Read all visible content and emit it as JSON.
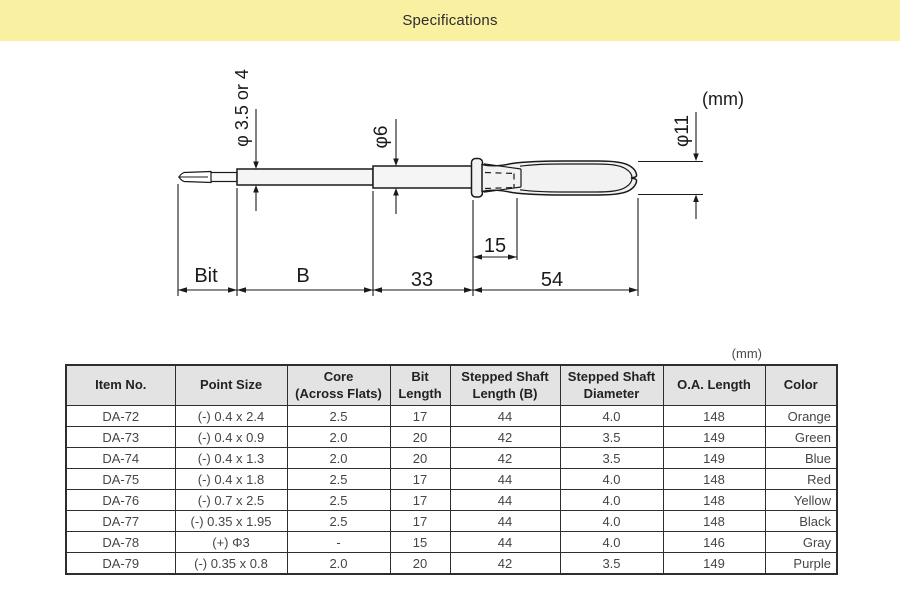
{
  "banner": {
    "title": "Specifications"
  },
  "colors": {
    "banner_bg": "#F9F0A1",
    "table_header_bg": "#e3e3e3",
    "line": "#1a1a1a"
  },
  "diagram": {
    "unit_label": "(mm)",
    "labels": {
      "tip_diameter": "φ 3.5 or 4",
      "shaft_diameter": "φ6",
      "handle_diameter": "φ11",
      "bit": "Bit",
      "b_length": "B",
      "shaft_length": "33",
      "handle_inset": "15",
      "handle_length": "54"
    }
  },
  "table": {
    "unit_label": "(mm)",
    "headers": [
      "Item No.",
      "Point Size",
      "Core\n(Across Flats)",
      "Bit\nLength",
      "Stepped Shaft\nLength (B)",
      "Stepped Shaft\nDiameter",
      "O.A. Length",
      "Color"
    ],
    "rows": [
      [
        "DA-72",
        "(-) 0.4 x 2.4",
        "2.5",
        "17",
        "44",
        "4.0",
        "148",
        "Orange"
      ],
      [
        "DA-73",
        "(-) 0.4 x 0.9",
        "2.0",
        "20",
        "42",
        "3.5",
        "149",
        "Green"
      ],
      [
        "DA-74",
        "(-) 0.4 x 1.3",
        "2.0",
        "20",
        "42",
        "3.5",
        "149",
        "Blue"
      ],
      [
        "DA-75",
        "(-) 0.4 x 1.8",
        "2.5",
        "17",
        "44",
        "4.0",
        "148",
        "Red"
      ],
      [
        "DA-76",
        "(-) 0.7 x 2.5",
        "2.5",
        "17",
        "44",
        "4.0",
        "148",
        "Yellow"
      ],
      [
        "DA-77",
        "(-) 0.35 x 1.95",
        "2.5",
        "17",
        "44",
        "4.0",
        "148",
        "Black"
      ],
      [
        "DA-78",
        "(+)  Φ3",
        "-",
        "15",
        "44",
        "4.0",
        "146",
        "Gray"
      ],
      [
        "DA-79",
        "(-) 0.35 x 0.8",
        "2.0",
        "20",
        "42",
        "3.5",
        "149",
        "Purple"
      ]
    ]
  }
}
